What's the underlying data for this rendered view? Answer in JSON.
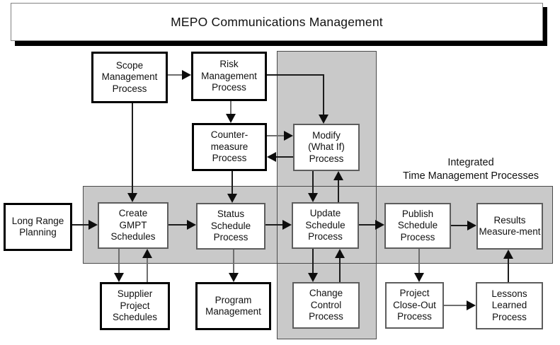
{
  "title": "MEPO Communications Management",
  "band_label": {
    "line1": "Integrated",
    "line2": "Time Management Processes"
  },
  "boxes": {
    "scope": {
      "label": "Scope\nManagement\nProcess"
    },
    "risk": {
      "label": "Risk\nManagement\nProcess"
    },
    "counter": {
      "label": "Counter-\nmeasure\nProcess"
    },
    "modify": {
      "label": "Modify\n(What If)\nProcess"
    },
    "long_range": {
      "label": "Long Range\nPlanning"
    },
    "create": {
      "label": "Create\nGMPT\nSchedules"
    },
    "status": {
      "label": "Status\nSchedule\nProcess"
    },
    "update": {
      "label": "Update\nSchedule\nProcess"
    },
    "publish": {
      "label": "Publish\nSchedule\nProcess"
    },
    "results": {
      "label": "Results\nMeasure-ment"
    },
    "supplier": {
      "label": "Supplier\nProject\nSchedules"
    },
    "program": {
      "label": "Program\nManagement"
    },
    "change": {
      "label": "Change\nControl\nProcess"
    },
    "closeout": {
      "label": "Project\nClose-Out\nProcess"
    },
    "lessons": {
      "label": "Lessons\nLearned\nProcess"
    }
  },
  "colors": {
    "band_fill": "#c9c9c9",
    "band_border": "#4a4a4a",
    "box_border_thick": "#000000",
    "box_border_thin": "#5d5d5d",
    "connector_gray": "#6e6e6e",
    "connector_dark": "#1c1c1c"
  }
}
